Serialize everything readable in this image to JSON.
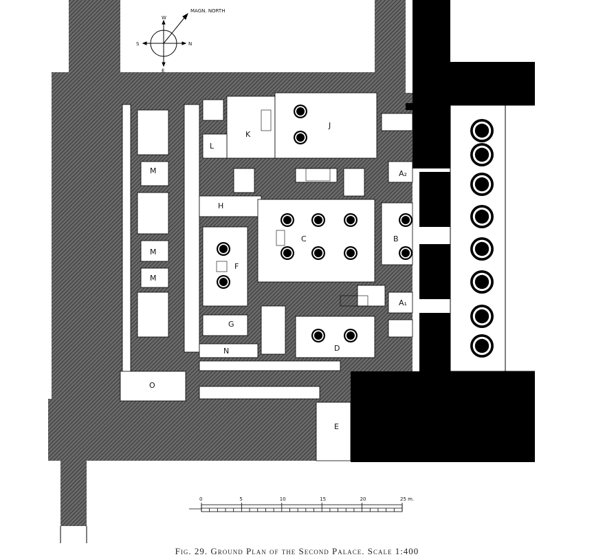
{
  "compass": {
    "magnetic_north": "MAGN. NORTH",
    "w": "W",
    "s": "S",
    "n": "N",
    "e": "E"
  },
  "rooms": {
    "M1": "M",
    "M2": "M",
    "M3": "M",
    "K": "K",
    "J": "J",
    "L": "L",
    "H": "H",
    "C": "C",
    "B": "B",
    "F": "F",
    "G": "G",
    "N": "N",
    "D": "D",
    "O": "O",
    "E": "E",
    "A2": "A₂",
    "A1": "A₁"
  },
  "scale_bar": {
    "labels": [
      "0",
      "5",
      "10",
      "15",
      "20",
      "25 m."
    ]
  },
  "caption": "Fig. 29. Ground Plan of the Second Palace. Scale 1:400",
  "colors": {
    "wall_hatch": "#555555",
    "solid": "#000000"
  }
}
